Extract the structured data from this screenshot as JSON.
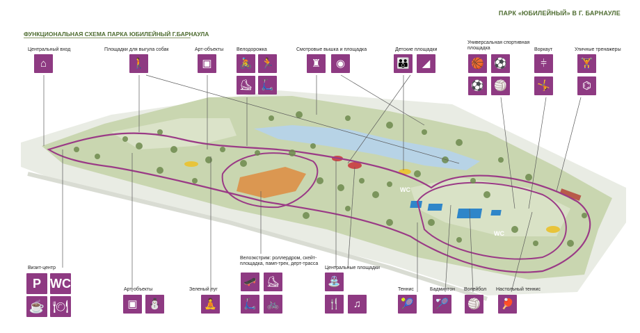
{
  "header_title": "ПАРК «ЮБИЛЕЙНЫЙ» В Г. БАРНАУЛЕ",
  "scheme_title": "ФУНКЦИОНАЛЬНАЯ СХЕМА ПАРКА ЮБИЛЕЙНЫЙ Г.БАРНАУЛА",
  "labels": {
    "central_entrance": "Центральный вход",
    "dog_area": "Площадки для выгула собак",
    "art_objects_top": "Арт-объекты",
    "bike_path": "Велодорожка",
    "tower": "Смотровые вышка и площадка",
    "kids": "Детские площадки",
    "universal_sport": "Универсальная спортивная площадка",
    "workout": "Воркаут",
    "street_trainers": "Уличные тренажеры",
    "visit_center": "Визит-центр",
    "art_objects_bottom": "Арт-объекты",
    "green_meadow": "Зеленый луг",
    "bike_extreme": "Велоэкстрим: роллердром, скейт-площадка, памп-трек, дерт-трасса",
    "central_areas": "Центральные площадки",
    "tennis": "Теннис",
    "badminton": "Бадминтон",
    "volleyball": "Волейбол",
    "table_tennis": "Настольный теннис"
  },
  "icon_text": {
    "parking": "P",
    "wc": "WC"
  },
  "map_wc_1": "WC",
  "map_wc_2": "WC",
  "icons": [
    "building-icon",
    "dog-walker-icon",
    "gift-box-icon",
    "cyclist-icon",
    "runner-icon",
    "rollerblade-icon",
    "scooter-icon",
    "watchtower-icon",
    "camera-icon",
    "family-icon",
    "slide-icon",
    "basketball-icon",
    "football-player-icon",
    "soccer-ball-icon",
    "volleyball-icon",
    "pullup-icon",
    "gymnast-icon",
    "trainer-icon",
    "trainer2-icon",
    "parking-icon",
    "wc-icon",
    "coffee-icon",
    "cafe-table-icon",
    "art-box-icon",
    "snowman-icon",
    "meditation-icon",
    "skater-icon",
    "roller-icon",
    "scooter2-icon",
    "bike-icon",
    "fountain-icon",
    "picnic-icon",
    "music-icon",
    "tennis-racket-icon",
    "shuttlecock-icon",
    "volleyball2-icon",
    "table-tennis-icon"
  ],
  "colors": {
    "accent": "#8e3a82",
    "park_green": "#c9d6b0",
    "title_green": "#4d6b2f",
    "water": "#b7d3e6",
    "courts": "#2f86c9"
  }
}
